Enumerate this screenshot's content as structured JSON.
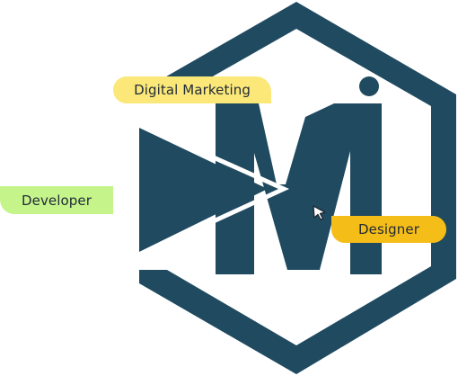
{
  "logo": {
    "letter": "M",
    "primary_color": "#1f4a60",
    "background_color": "#ffffff"
  },
  "tags": {
    "digital_marketing": {
      "label": "Digital Marketing",
      "color": "#fbe878"
    },
    "developer": {
      "label": "Developer",
      "color": "#c5f48a"
    },
    "designer": {
      "label": "Designer",
      "color": "#f5bd18"
    }
  },
  "cursor": {
    "icon": "cursor-arrow-icon"
  }
}
